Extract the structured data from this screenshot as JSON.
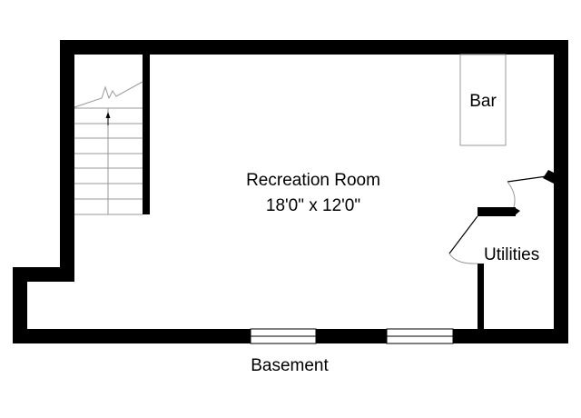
{
  "floor_label": "Basement",
  "rooms": {
    "recreation": {
      "name": "Recreation Room",
      "dimensions": "18'0\" x 12'0\""
    },
    "bar": {
      "name": "Bar"
    },
    "utilities": {
      "name": "Utilities"
    }
  },
  "colors": {
    "wall": "#000000",
    "fixture": "#999999",
    "background": "#ffffff"
  }
}
